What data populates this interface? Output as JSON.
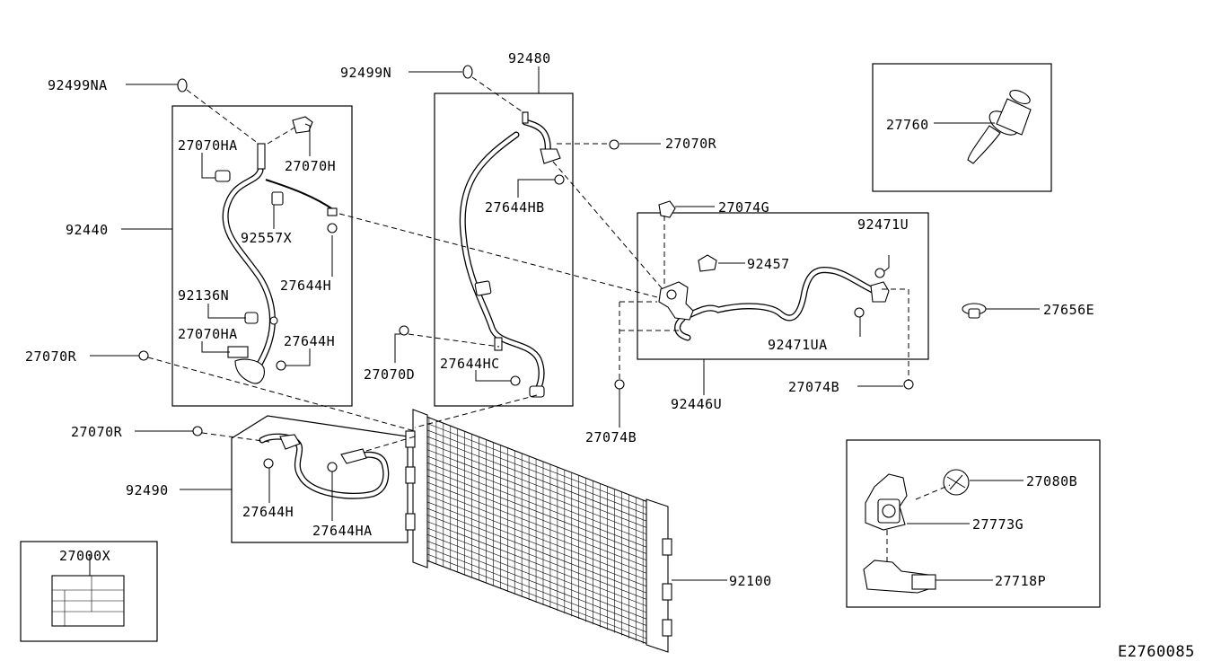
{
  "diagram_id": "E2760085",
  "labels": {
    "p92499NA": "92499NA",
    "p92499N": "92499N",
    "p92480": "92480",
    "p27070HA_a": "27070HA",
    "p27070H": "27070H",
    "p92440": "92440",
    "p92557X": "92557X",
    "p27644H_a": "27644H",
    "p92136N": "92136N",
    "p27070HA_b": "27070HA",
    "p27644H_b": "27644H",
    "p27070R_a": "27070R",
    "p27070R_b": "27070R",
    "p27644HB": "27644HB",
    "p27070D": "27070D",
    "p27644HC": "27644HC",
    "p27070R_c": "27070R",
    "p92490": "92490",
    "p27644H_c": "27644H",
    "p27644HA": "27644HA",
    "p27000X": "27000X",
    "p27074G": "27074G",
    "p92457": "92457",
    "p92471U": "92471U",
    "p92471UA": "92471UA",
    "p27074B_a": "27074B",
    "p92446U": "92446U",
    "p27074B_b": "27074B",
    "p27760": "27760",
    "p27656E": "27656E",
    "p27080B": "27080B",
    "p27773G": "27773G",
    "p27718P": "27718P",
    "p92100": "92100"
  }
}
